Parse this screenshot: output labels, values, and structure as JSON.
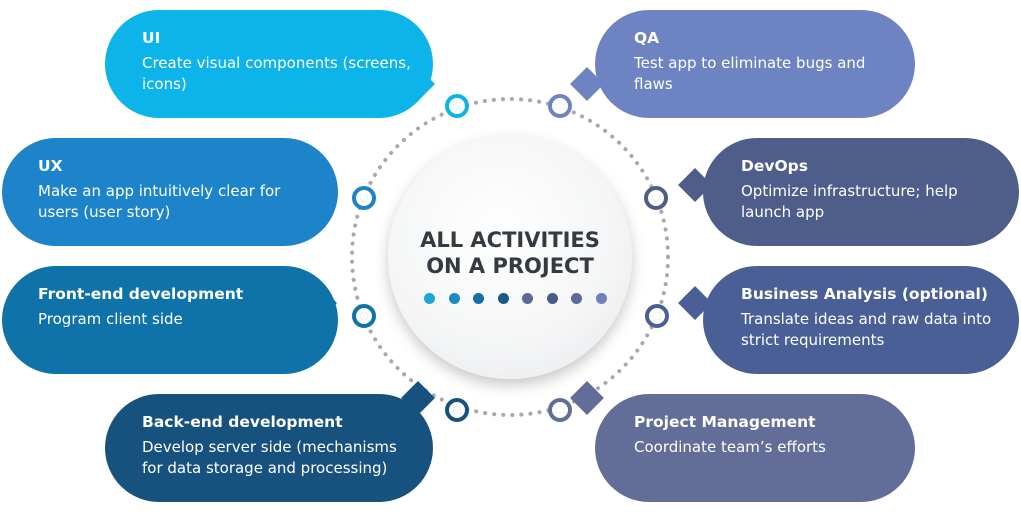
{
  "center": {
    "title": "ALL ACTIVITIES\nON A PROJECT",
    "dot_colors": [
      "#1aa6d9",
      "#1a8cc4",
      "#146fa3",
      "#175a8a",
      "#5b6b96",
      "#4a5b8a",
      "#5a6a9a",
      "#6f81bb"
    ]
  },
  "activities": [
    {
      "id": "ui",
      "title": "UI",
      "desc": "Create visual components (screens, icons)",
      "color": "#0db4e9",
      "side": "left"
    },
    {
      "id": "ux",
      "title": "UX",
      "desc": "Make an app intuitively clear for users (user story)",
      "color": "#1d84c9",
      "side": "left"
    },
    {
      "id": "frontend",
      "title": "Front-end development",
      "desc": "Program client side",
      "color": "#0f72a8",
      "side": "left"
    },
    {
      "id": "backend",
      "title": "Back-end development",
      "desc": "Develop server side (mechanisms for data storage and processing)",
      "color": "#17527f",
      "side": "left"
    },
    {
      "id": "qa",
      "title": "QA",
      "desc": "Test app to eliminate bugs and flaws",
      "color": "#6e83c2",
      "side": "right"
    },
    {
      "id": "devops",
      "title": "DevOps",
      "desc": "Optimize infrastructure; help launch app",
      "color": "#4e5d8a",
      "side": "right"
    },
    {
      "id": "ba",
      "title": "Business Analysis (optional)",
      "desc": "Translate ideas and raw data into strict requirements",
      "color": "#4a5f95",
      "side": "right"
    },
    {
      "id": "pm",
      "title": "Project Management",
      "desc": "Coordinate team’s efforts",
      "color": "#636e98",
      "side": "right"
    }
  ]
}
